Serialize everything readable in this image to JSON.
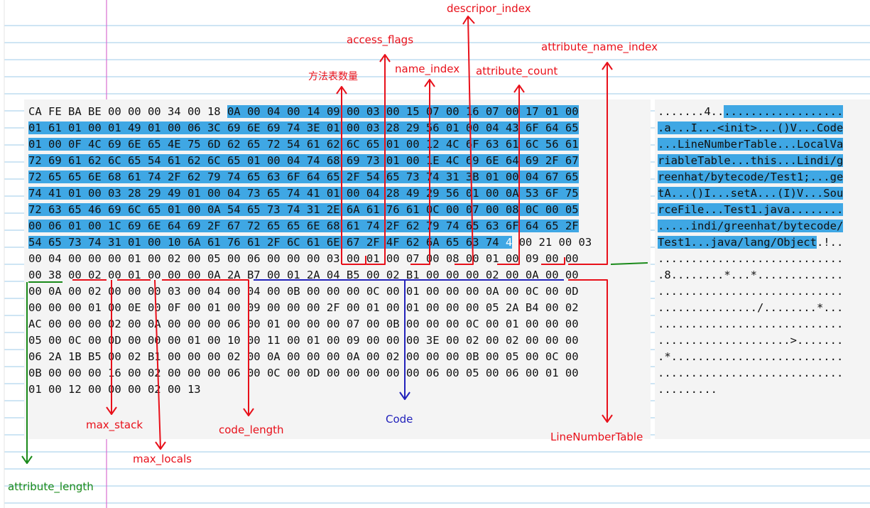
{
  "hex_lines": [
    [
      [
        "CA FE BA BE 00 00 00 34 00 18 ",
        ""
      ],
      [
        "0A 00 04 00 14 09 00 03 00 15 07 00 16 07 00 17 01 00",
        "sel"
      ]
    ],
    [
      [
        "01 61 01 00 01 49 01 00 06 3C 69 6E 69 74 3E 01 00 03 28 29 56 01 00 04 43 6F 64 65",
        "sel"
      ]
    ],
    [
      [
        "01 00 0F 4C 69 6E 65 4E 75 6D 62 65 72 54 61 62 6C 65 01 00 12 4C 6F 63 61 6C 56 61",
        "sel"
      ]
    ],
    [
      [
        "72 69 61 62 6C 65 54 61 62 6C 65 01 00 04 74 68 69 73 01 00 1E 4C 69 6E 64 69 2F 67",
        "sel"
      ]
    ],
    [
      [
        "72 65 65 6E 68 61 74 2F 62 79 74 65 63 6F 64 65 2F 54 65 73 74 31 3B 01 00 04 67 65",
        "sel"
      ]
    ],
    [
      [
        "74 41 01 00 03 28 29 49 01 00 04 73 65 74 41 01 00 04 28 49 29 56 01 00 0A 53 6F 75",
        "sel"
      ]
    ],
    [
      [
        "72 63 65 46 69 6C 65 01 00 0A 54 65 73 74 31 2E 6A 61 76 61 0C 00 07 00 08 0C 00 05",
        "sel"
      ]
    ],
    [
      [
        "00 06 01 00 1C 69 6E 64 69 2F 67 72 65 65 6E 68 61 74 2F 62 79 74 65 63 6F 64 65 2F",
        "sel"
      ]
    ],
    [
      [
        "54 65 73 74 31 01 00 10 6A 61 76 61 2F 6C 61 6E 67 2F 4F 62 6A 65 63 74 ",
        "sel"
      ],
      [
        "4",
        "sel bright"
      ],
      [
        " 00 21 00 03",
        ""
      ]
    ],
    [
      [
        "00 04 00 00 00 01 00 02 00 05 00 06 00 00 00 03 00 01 00 07 00 08 00 01 00 09 00 00",
        ""
      ]
    ],
    [
      [
        "00 38 00 02 00 01 00 00 00 0A 2A B7 00 01 2A 04 B5 00 02 B1 00 00 00 02 00 0A 00 00",
        ""
      ]
    ],
    [
      [
        "00 0A 00 02 00 00 00 03 00 04 00 04 00 0B 00 00 00 0C 00 01 00 00 00 0A 00 0C 00 0D",
        ""
      ]
    ],
    [
      [
        "00 00 00 01 00 0E 00 0F 00 01 00 09 00 00 00 2F 00 01 00 01 00 00 00 05 2A B4 00 02",
        ""
      ]
    ],
    [
      [
        "AC 00 00 00 02 00 0A 00 00 00 06 00 01 00 00 00 07 00 0B 00 00 00 0C 00 01 00 00 00",
        ""
      ]
    ],
    [
      [
        "05 00 0C 00 0D 00 00 00 01 00 10 00 11 00 01 00 09 00 00 00 3E 00 02 00 02 00 00 00",
        ""
      ]
    ],
    [
      [
        "06 2A 1B B5 00 02 B1 00 00 00 02 00 0A 00 00 00 0A 00 02 00 00 00 0B 00 05 00 0C 00",
        ""
      ]
    ],
    [
      [
        "0B 00 00 00 16 00 02 00 00 00 06 00 0C 00 0D 00 00 00 00 00 06 00 05 00 06 00 01 00",
        ""
      ]
    ],
    [
      [
        "01 00 12 00 00 00 02 00 13",
        ""
      ]
    ]
  ],
  "ascii_lines": [
    [
      [
        ".......4..",
        ""
      ],
      [
        "..................",
        "sel"
      ]
    ],
    [
      [
        ".a...I...<init>...()V...Code",
        "sel"
      ]
    ],
    [
      [
        "...LineNumberTable...LocalVa",
        "sel"
      ]
    ],
    [
      [
        "riableTable...this...Lindi/g",
        "sel"
      ]
    ],
    [
      [
        "reenhat/bytecode/Test1;...ge",
        "sel"
      ]
    ],
    [
      [
        "tA...()I...setA...(I)V...Sou",
        "sel"
      ]
    ],
    [
      [
        "rceFile...Test1.java........",
        "sel"
      ]
    ],
    [
      [
        ".....indi/greenhat/bytecode/",
        "sel"
      ]
    ],
    [
      [
        "Test1...java/lang/Object",
        "sel"
      ],
      [
        ".!..",
        ""
      ]
    ],
    [
      [
        "............................",
        ""
      ]
    ],
    [
      [
        ".8........*...*.............",
        ""
      ]
    ],
    [
      [
        "............................",
        ""
      ]
    ],
    [
      [
        ".............../........*...",
        ""
      ]
    ],
    [
      [
        "............................",
        ""
      ]
    ],
    [
      [
        "....................>.......",
        ""
      ]
    ],
    [
      [
        ".*..........................",
        ""
      ]
    ],
    [
      [
        "............................",
        ""
      ]
    ],
    [
      [
        ".........",
        ""
      ]
    ]
  ],
  "annotations": {
    "descripor_index": "descripor_index",
    "access_flags": "access_flags",
    "attribute_name_index": "attribute_name_index",
    "method_count": "方法表数量",
    "name_index": "name_index",
    "attribute_count": "attribute_count",
    "max_stack": "max_stack",
    "code_length": "code_length",
    "code": "Code",
    "line_number_table": "LineNumberTable",
    "max_locals": "max_locals",
    "attribute_length": "attribute_length"
  },
  "colors": {
    "annotation_red": "#e8101a",
    "annotation_blue": "#2222bb",
    "annotation_green": "#1a8a1a",
    "selection": "#3fa7e4",
    "paper_rule": "#9ccbe8",
    "margin_line": "#d86fd0"
  }
}
